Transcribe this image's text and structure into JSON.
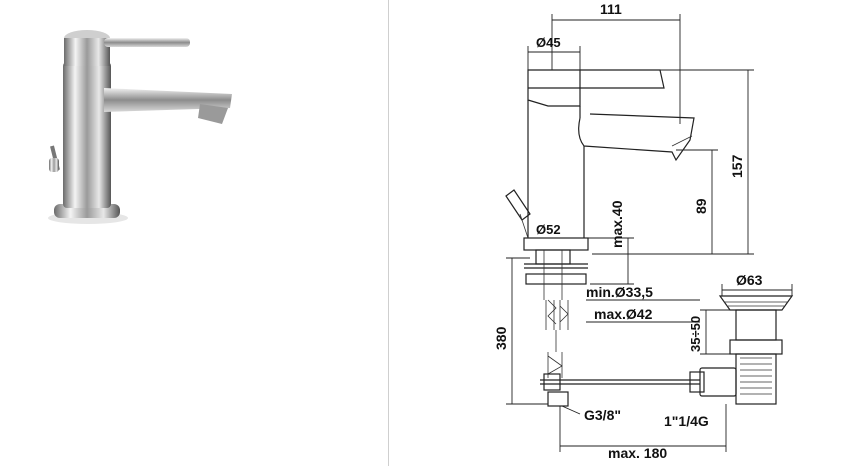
{
  "dimensions": {
    "width_top": "111",
    "dia_body": "Ø45",
    "dia_base": "Ø52",
    "height_total": "157",
    "height_spout": "89",
    "max_deck": "max.40",
    "min_hole": "min.Ø33,5",
    "max_hole": "max.Ø42",
    "hose_length": "380",
    "dia_waste": "Ø63",
    "waste_range": "35÷50",
    "thread_hose": "G3/8\"",
    "thread_waste": "1\"1/4G",
    "max_rod": "max. 180"
  },
  "colors": {
    "line": "#222222",
    "divider": "#cfcfcf"
  }
}
